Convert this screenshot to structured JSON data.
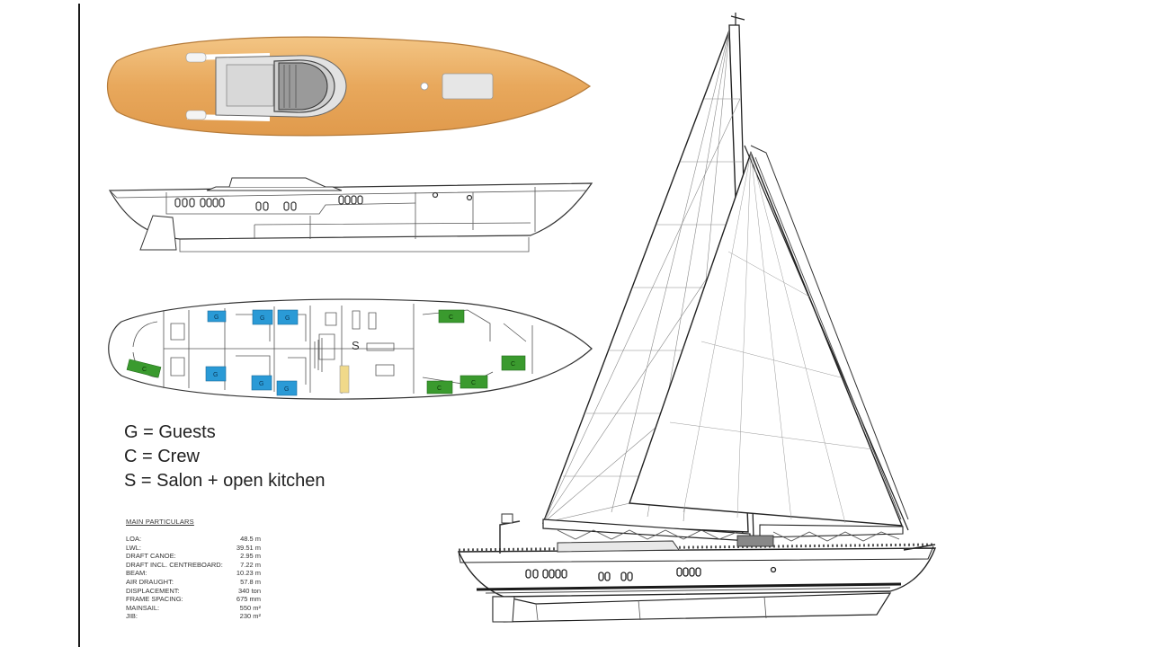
{
  "legend": [
    {
      "key": "G",
      "text": "G = Guests"
    },
    {
      "key": "C",
      "text": "C = Crew"
    },
    {
      "key": "S",
      "text": "S = Salon + open kitchen"
    }
  ],
  "salon_label": "S",
  "cabin_labels": {
    "guest": "G",
    "crew": "C"
  },
  "particulars": {
    "title": "MAIN PARTICULARS",
    "rows": [
      {
        "label": "LOA:",
        "value": "48.5 m"
      },
      {
        "label": "LWL:",
        "value": "39.51 m"
      },
      {
        "label": "DRAFT CANOE:",
        "value": "2.95 m"
      },
      {
        "label": "DRAFT INCL. CENTREBOARD:",
        "value": "7.22 m"
      },
      {
        "label": "BEAM:",
        "value": "10.23 m"
      },
      {
        "label": "AIR DRAUGHT:",
        "value": "57.8 m"
      },
      {
        "label": "DISPLACEMENT:",
        "value": "340 ton"
      },
      {
        "label": "FRAME SPACING:",
        "value": "675 mm"
      },
      {
        "label": "MAINSAIL:",
        "value": "550 m²"
      },
      {
        "label": "JIB:",
        "value": "230 m²"
      }
    ]
  },
  "colors": {
    "deck_wood": "#e8a85c",
    "guest_cabin": "#2a9ad6",
    "crew_cabin": "#3a9a2e",
    "salon_table": "#f0d98a"
  }
}
